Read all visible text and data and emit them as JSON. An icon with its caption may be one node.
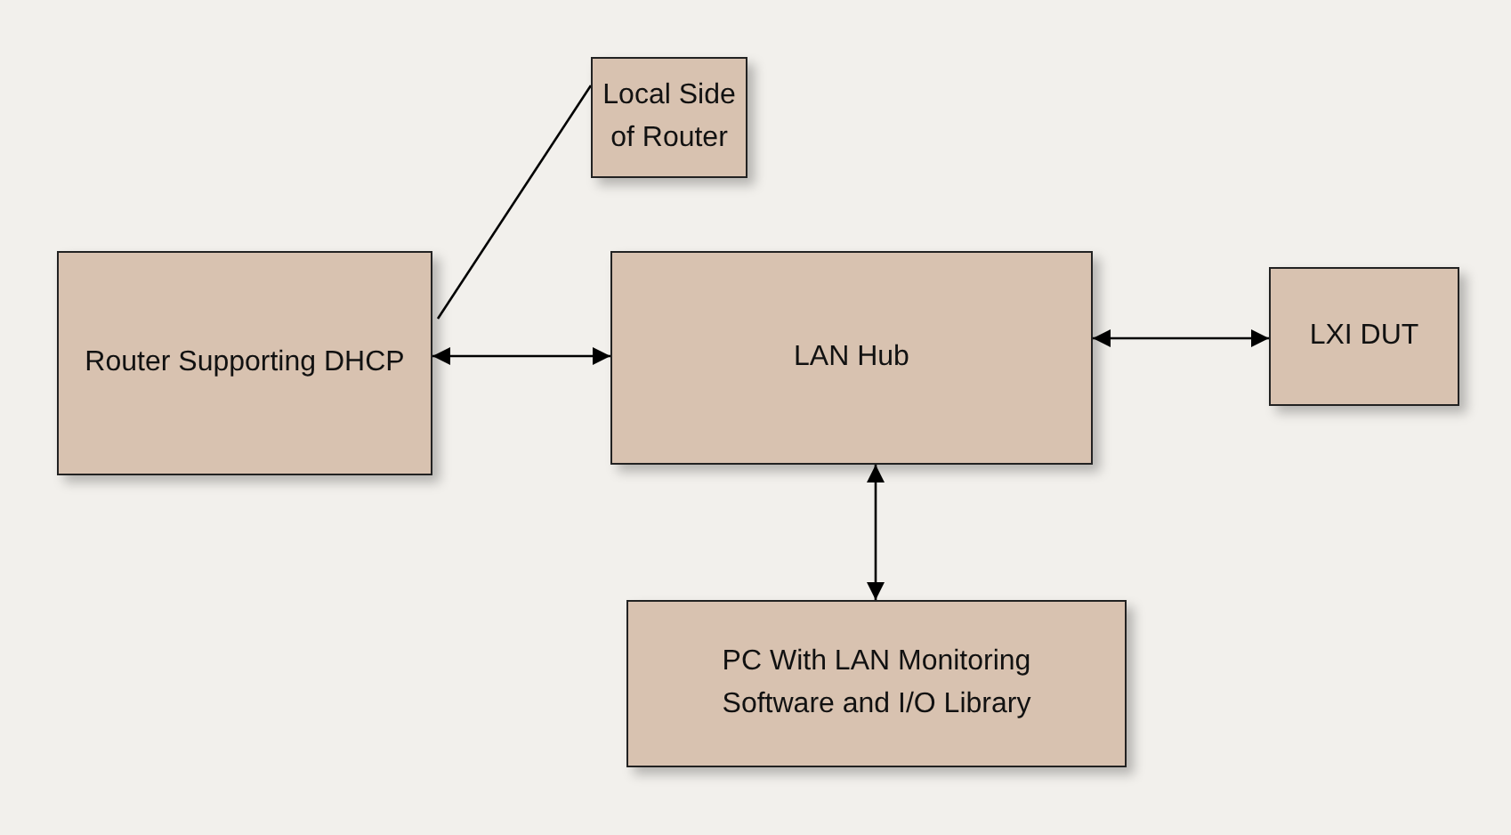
{
  "diagram": {
    "nodes": [
      {
        "text": [
          "Local Side of Router"
        ]
      },
      {
        "text": [
          "Router Supporting DHCP"
        ]
      },
      {
        "text": [
          "LAN Hub"
        ]
      },
      {
        "text": [
          "LXI DUT"
        ]
      },
      {
        "text": [
          "PC With LAN Monitoring Software and I/O Library"
        ]
      }
    ],
    "edges": [
      {
        "from": 0,
        "to": 1,
        "arrow": "none"
      },
      {
        "from": 1,
        "to": 2,
        "arrow": "both"
      },
      {
        "from": 2,
        "to": 3,
        "arrow": "both"
      },
      {
        "from": 2,
        "to": 4,
        "arrow": "both"
      }
    ]
  }
}
